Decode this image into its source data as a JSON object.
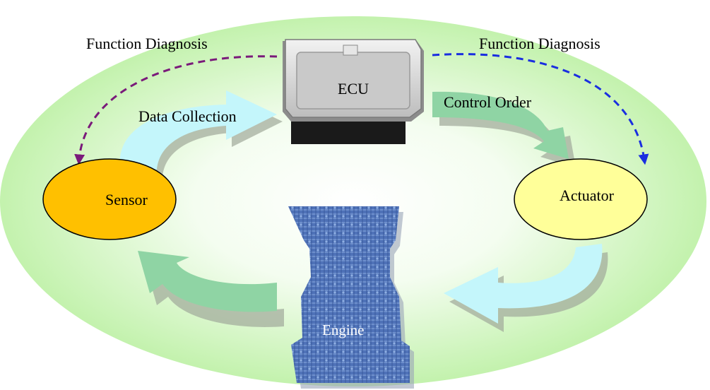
{
  "labels": {
    "function_diagnosis_left": "Function Diagnosis",
    "function_diagnosis_right": "Function Diagnosis",
    "ecu": "ECU",
    "data_collection": "Data Collection",
    "control_order": "Control Order",
    "sensor": "Sensor",
    "actuator": "Actuator",
    "engine": "Engine"
  },
  "colors": {
    "background_ellipse": "#c8f5b4",
    "sensor_fill": "#ffc000",
    "actuator_fill": "#ffff99",
    "flow_arrow_green": "#8fd4a4",
    "flow_arrow_cyan": "#c4f6fb",
    "arrow_shadow": "#9fa89a",
    "diagnosis_left_line": "#7a1a7a",
    "diagnosis_right_line": "#1a2ee0",
    "engine_fill": "#4e70b6",
    "ecu_body": "#d9d9d9",
    "ecu_base": "#1a1a1a"
  }
}
